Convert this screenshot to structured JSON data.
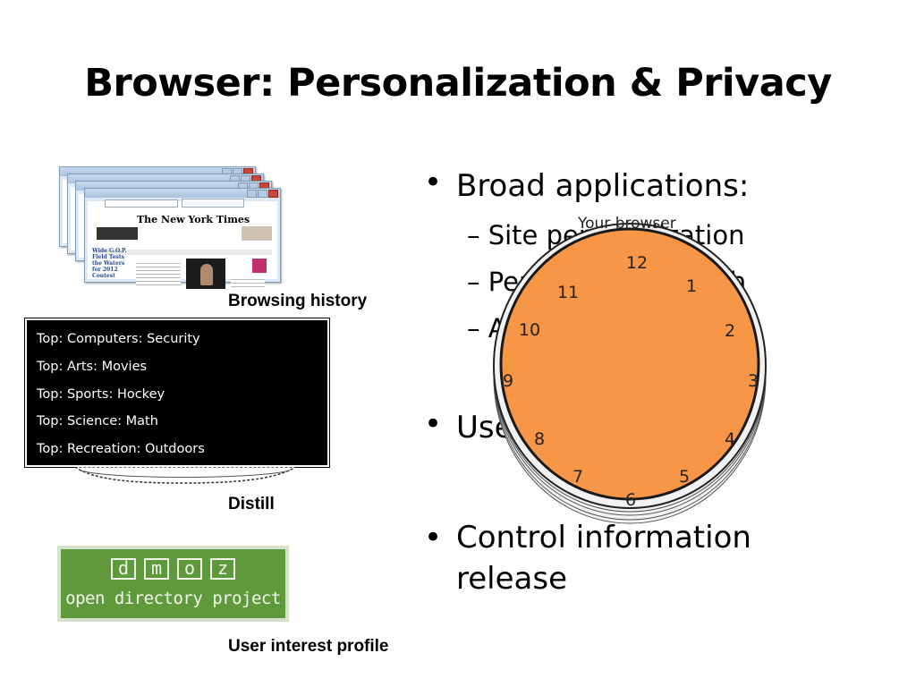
{
  "slide": {
    "title": "Browser: Personalization & Privacy"
  },
  "left": {
    "browser_screenshot": {
      "headline": "The New York Times",
      "story": "Wide G.O.P. Field Tests the Waters for 2012 Contest"
    },
    "caption_history": "Browsing history",
    "topics": [
      "Top: Computers: Security",
      "Top: Arts: Movies",
      "Top: Sports: Hockey",
      "Top: Science: Math",
      "Top: Recreation: Outdoors"
    ],
    "caption_distill": "Distill",
    "dmoz": {
      "letters": [
        "d",
        "m",
        "o",
        "z"
      ],
      "tagline": "open directory project",
      "color": "#5e9a3c"
    },
    "caption_profile": "User interest profile"
  },
  "right": {
    "bullets": [
      {
        "text": "Broad applications:",
        "sub": [
          "Site personalization",
          "Personalized search",
          "Ads"
        ]
      },
      {
        "text": "User"
      },
      {
        "text": "Control information release"
      }
    ],
    "clock": {
      "label_text": "Your browser",
      "numbers": [
        "12",
        "1",
        "2",
        "3",
        "4",
        "5",
        "6",
        "7",
        "8",
        "9",
        "10",
        "11"
      ],
      "face_color": "#f79646"
    }
  }
}
